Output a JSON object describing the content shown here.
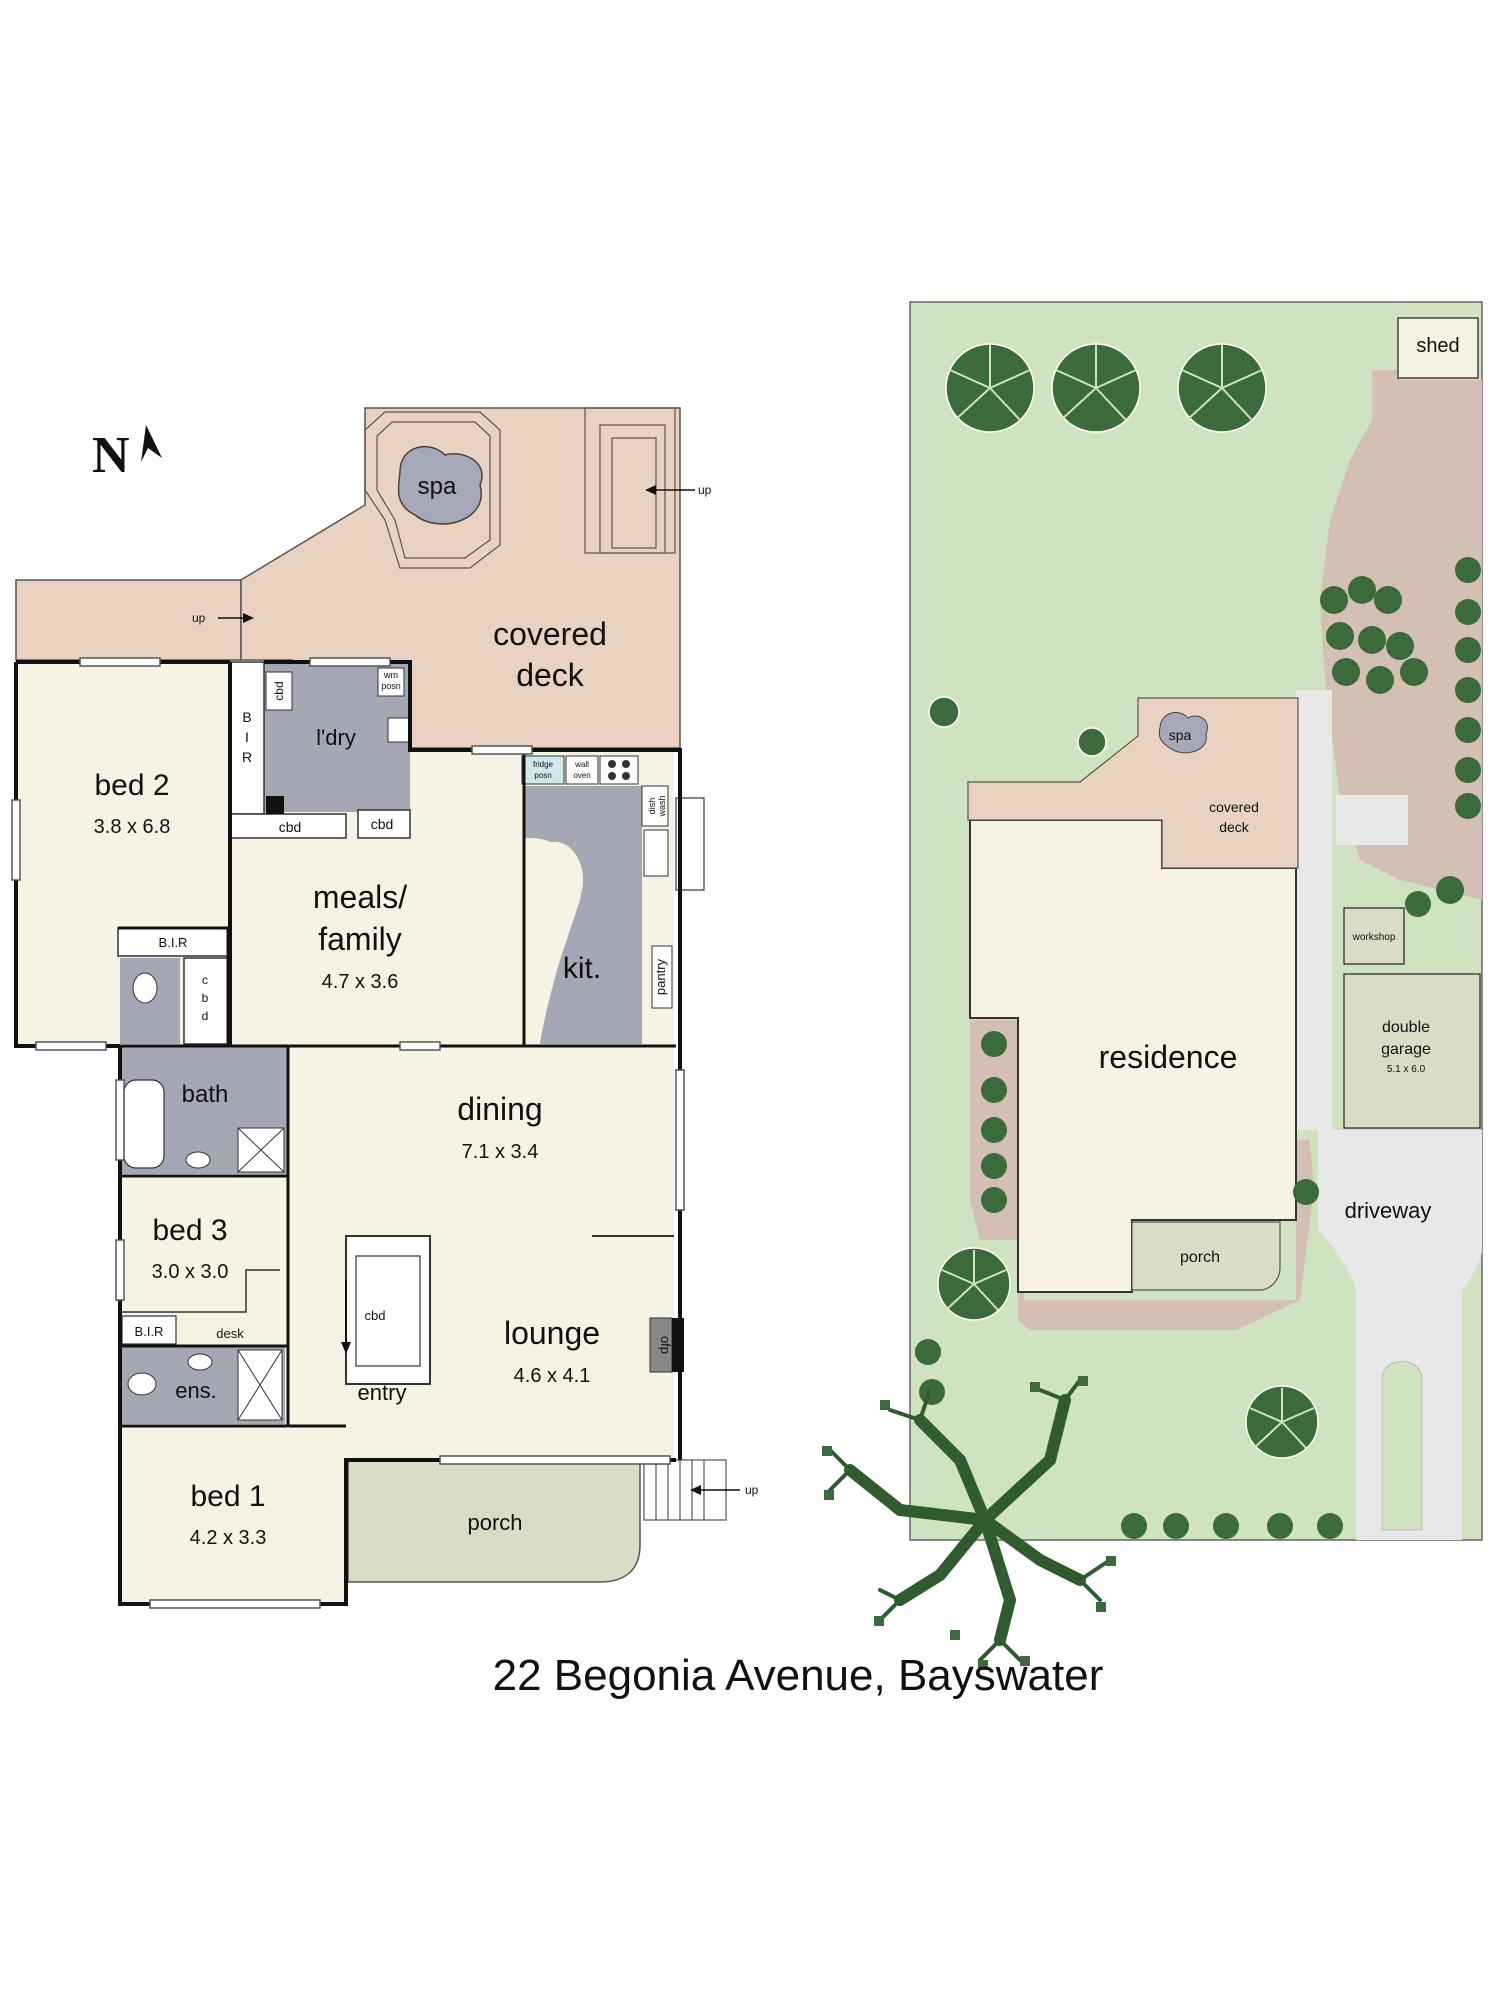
{
  "title": "22 Begonia Avenue, Bayswater",
  "north": "N",
  "colors": {
    "room": "#f6f3e4",
    "wet": "#a5a8b4",
    "deck": "#e9d2c1",
    "porch": "#dbdcc6",
    "lawn": "#cfe3c1",
    "path": "#d3bfb4",
    "tree": "#3b6b3a",
    "spa": "#a7a9b8"
  },
  "floor_plan": {
    "covered_deck": [
      "covered",
      "deck"
    ],
    "spa": "spa",
    "up_labels": [
      "up",
      "up",
      "up"
    ],
    "bed2": {
      "name": "bed 2",
      "size": "3.8 x 6.8"
    },
    "bir_vertical": [
      "B",
      "I",
      "R"
    ],
    "laundry": "l'dry",
    "cbd": "cbd",
    "fridge": [
      "fridge",
      "posn"
    ],
    "wall_oven": [
      "wall",
      "oven"
    ],
    "dish_wash": [
      "dish",
      "wash"
    ],
    "wm_posn": [
      "wm",
      "posn"
    ],
    "meals": {
      "name_line1": "meals/",
      "name_line2": "family",
      "size": "4.7 x 3.6"
    },
    "kitchen": "kit.",
    "pantry": "pantry",
    "bir": "B.I.R",
    "cbd_vertical": [
      "c",
      "b",
      "d"
    ],
    "bath": "bath",
    "dining": {
      "name": "dining",
      "size": "7.1 x 3.4"
    },
    "bed3": {
      "name": "bed 3",
      "size": "3.0 x 3.0"
    },
    "desk": "desk",
    "lounge": {
      "name": "lounge",
      "size": "4.6 x 4.1"
    },
    "ofp": "ofp",
    "ensuite": "ens.",
    "entry": "entry",
    "bed1": {
      "name": "bed 1",
      "size": "4.2 x 3.3"
    },
    "porch": "porch"
  },
  "site_plan": {
    "shed": "shed",
    "spa": "spa",
    "covered_deck": [
      "covered",
      "deck"
    ],
    "residence": "residence",
    "workshop": "workshop",
    "garage": {
      "name_line1": "double",
      "name_line2": "garage",
      "size": "5.1 x 6.0"
    },
    "driveway": "driveway",
    "porch": "porch"
  }
}
